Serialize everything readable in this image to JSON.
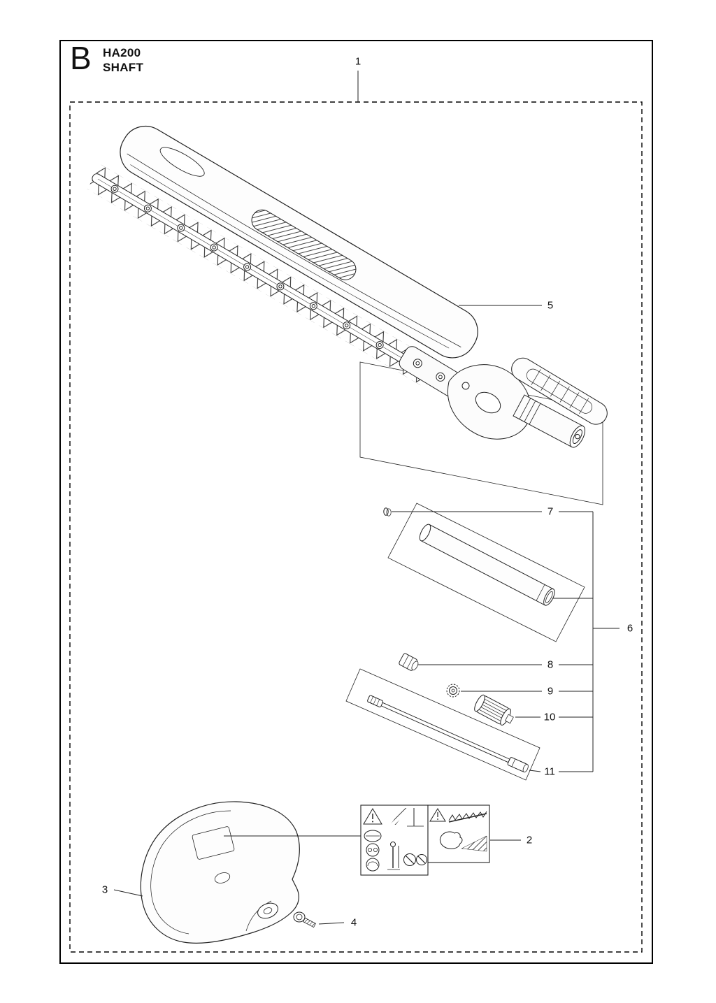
{
  "header": {
    "section_letter": "B",
    "model": "HA200",
    "title": "SHAFT"
  },
  "callouts": {
    "n1": "1",
    "n2": "2",
    "n3": "3",
    "n4": "4",
    "n5": "5",
    "n6": "6",
    "n7": "7",
    "n8": "8",
    "n9": "9",
    "n10": "10",
    "n11": "11"
  },
  "colors": {
    "ink": "#222222",
    "paper": "#ffffff"
  }
}
